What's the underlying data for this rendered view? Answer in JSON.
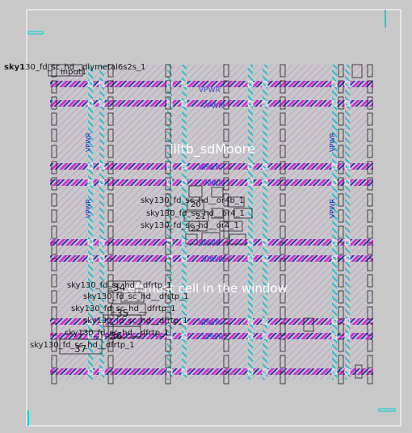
{
  "colors": {
    "background": "#c8c8c8",
    "boundary": "#ffffff",
    "rail_stripe_a": "#cc33cc",
    "rail_stripe_b": "#3333aa",
    "strap": "#33bbcc",
    "cell_outline": "#222222",
    "highlight": "#00d0d0"
  },
  "design_title": "iiltb_sdMoore",
  "window_note": "Leftmost cell in the window",
  "top_cell_label": {
    "prefix": "sky1",
    "rest": "30_fd_sc_hd__dlymetal6s2s_1",
    "input_tag": "input1"
  },
  "rail_label": "VPWR",
  "strap_label": "VPWR",
  "cluster_labels": [
    "sky130_fd_sc_hd__or4b_1",
    "sky130_fd_sc_hd__or4_1",
    "sky130_fd_sc_hd__or4_1"
  ],
  "cluster_cell_ids": [
    "20",
    "21",
    "22"
  ],
  "left_labels": [
    "sky130_fd_sc_hd__dfrtp_1",
    "sky130_fd_sc_hd__dfstp_1",
    "sky130_fd_sc_hd__dfrtp_1",
    "sky130_fd_sc_hd__dfrtp_1",
    "sky130_fd_sc_hd__dfrtp_1",
    "sky130_fd_sc_hd__dfrtp_1"
  ],
  "left_cell_ids": [
    "34",
    "35",
    "36",
    "37"
  ]
}
